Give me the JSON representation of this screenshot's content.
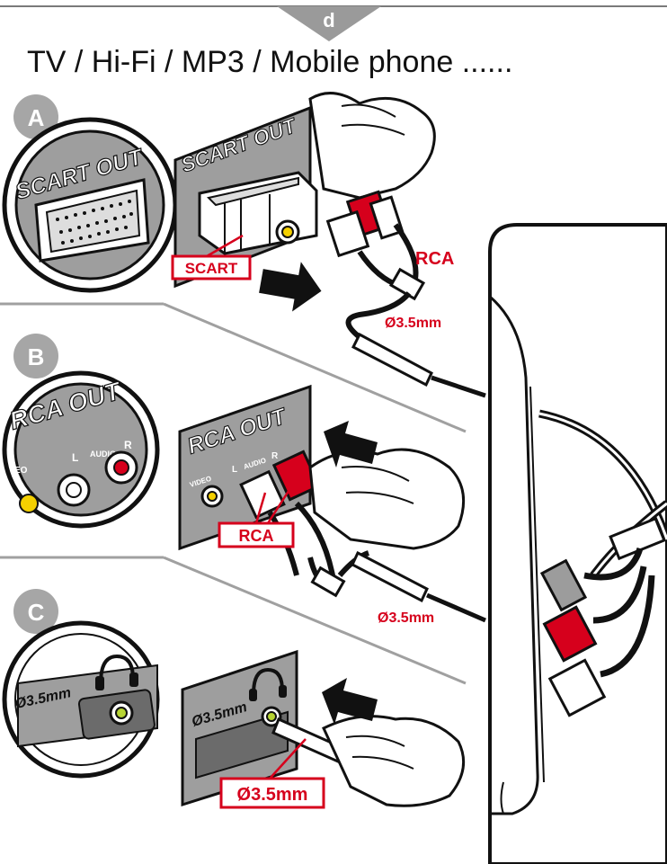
{
  "header": {
    "section_letter": "d"
  },
  "title": "TV / Hi-Fi / MP3 / Mobile phone ......",
  "sections": [
    {
      "badge": "A",
      "zoom_label": "SCART OUT",
      "panel_label": "SCART OUT",
      "callout": "SCART",
      "cable_label": "RCA",
      "plug_label": "Ø3.5mm"
    },
    {
      "badge": "B",
      "zoom_label": "RCA OUT",
      "zoom_port_l": "L",
      "zoom_port_audio": "AUDIO",
      "zoom_port_r": "R",
      "zoom_port_video": "EO",
      "panel_label": "RCA OUT",
      "panel_video": "VIDEO",
      "panel_l": "L",
      "panel_audio": "AUDIO",
      "panel_r": "R",
      "callout": "RCA",
      "plug_label": "Ø3.5mm"
    },
    {
      "badge": "C",
      "zoom_label": "Ø3.5mm",
      "panel_label": "Ø3.5mm",
      "callout": "Ø3.5mm"
    }
  ],
  "colors": {
    "accent_red": "#d6001c",
    "badge_grey": "#a6a6a6",
    "panel_grey": "#9e9e9e",
    "jack_green": "#b7d433"
  }
}
